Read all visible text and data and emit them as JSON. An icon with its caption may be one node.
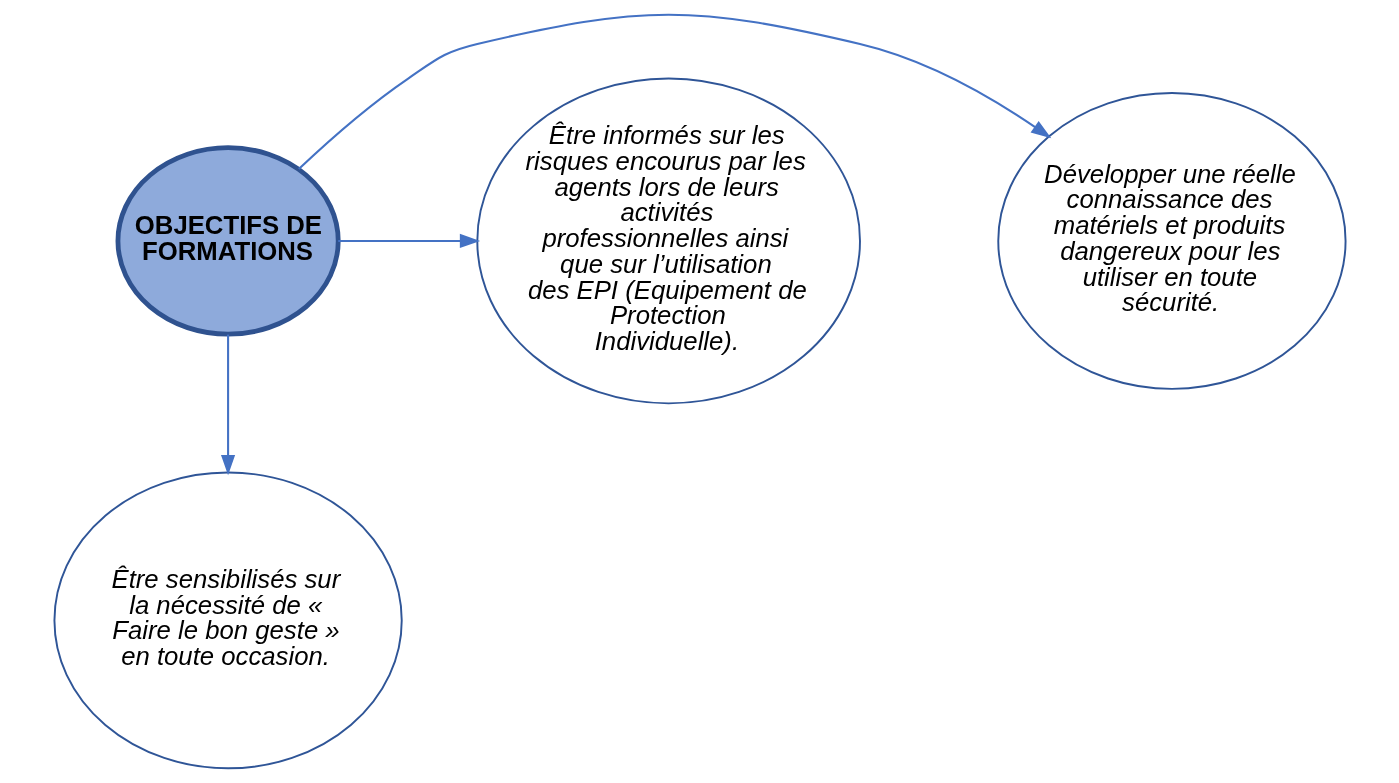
{
  "diagram": {
    "nodes": [
      {
        "text": [
          "Développer une réelle connaissance des matériels et produits dangereux pour les utiliser en toute sécurité."
        ]
      },
      {
        "text": [
          "OBJECTIFS DE FORMATIONS"
        ]
      },
      {
        "text": [
          "Être informés sur les risques encourus par les agents lors de leurs activités professionnelles ainsi que sur l’utilisation des EPI (Equipement de Protection Individuelle)."
        ]
      },
      {
        "text": [
          "Être sensibilisés sur la nécessité de « Faire le bon geste » en toute occasion."
        ]
      }
    ],
    "edges": [
      {
        "from": 1,
        "to": 0,
        "arrow": "to"
      },
      {
        "from": 1,
        "to": 2,
        "arrow": "to"
      },
      {
        "from": 1,
        "to": 3,
        "arrow": "to"
      }
    ]
  }
}
